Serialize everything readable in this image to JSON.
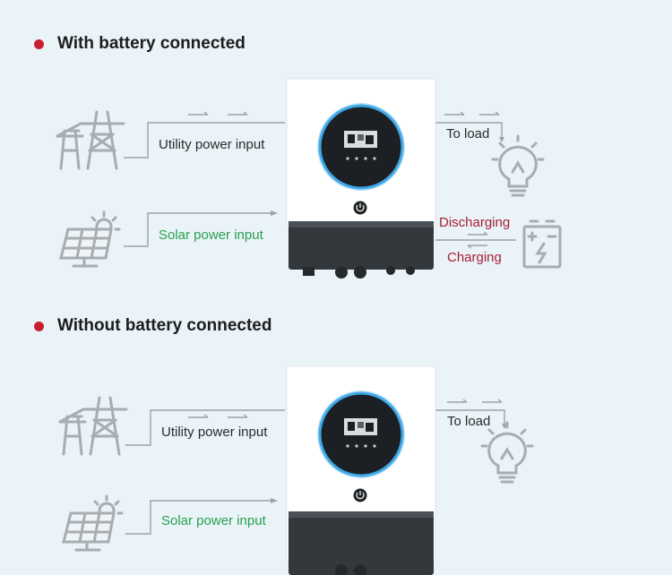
{
  "colors": {
    "heading_dot": "#c8202f",
    "utility_text": "#2b2b2b",
    "solar_text": "#2aa14f",
    "battery_text": "#a61e33",
    "line_gray": "#9aa3a8",
    "screen_ring": "#3fa9e8"
  },
  "sections": [
    {
      "heading": "With battery connected",
      "utility_label": "Utility power input",
      "solar_label": "Solar power input",
      "load_label": "To load",
      "discharging_label": "Discharging",
      "charging_label": "Charging",
      "icons": [
        "power-tower-icon",
        "solar-panel-icon",
        "light-bulb-icon",
        "battery-icon"
      ]
    },
    {
      "heading": "Without battery connected",
      "utility_label": "Utility power input",
      "solar_label": "Solar power input",
      "load_label": "To load",
      "icons": [
        "power-tower-icon",
        "solar-panel-icon",
        "light-bulb-icon"
      ]
    }
  ]
}
